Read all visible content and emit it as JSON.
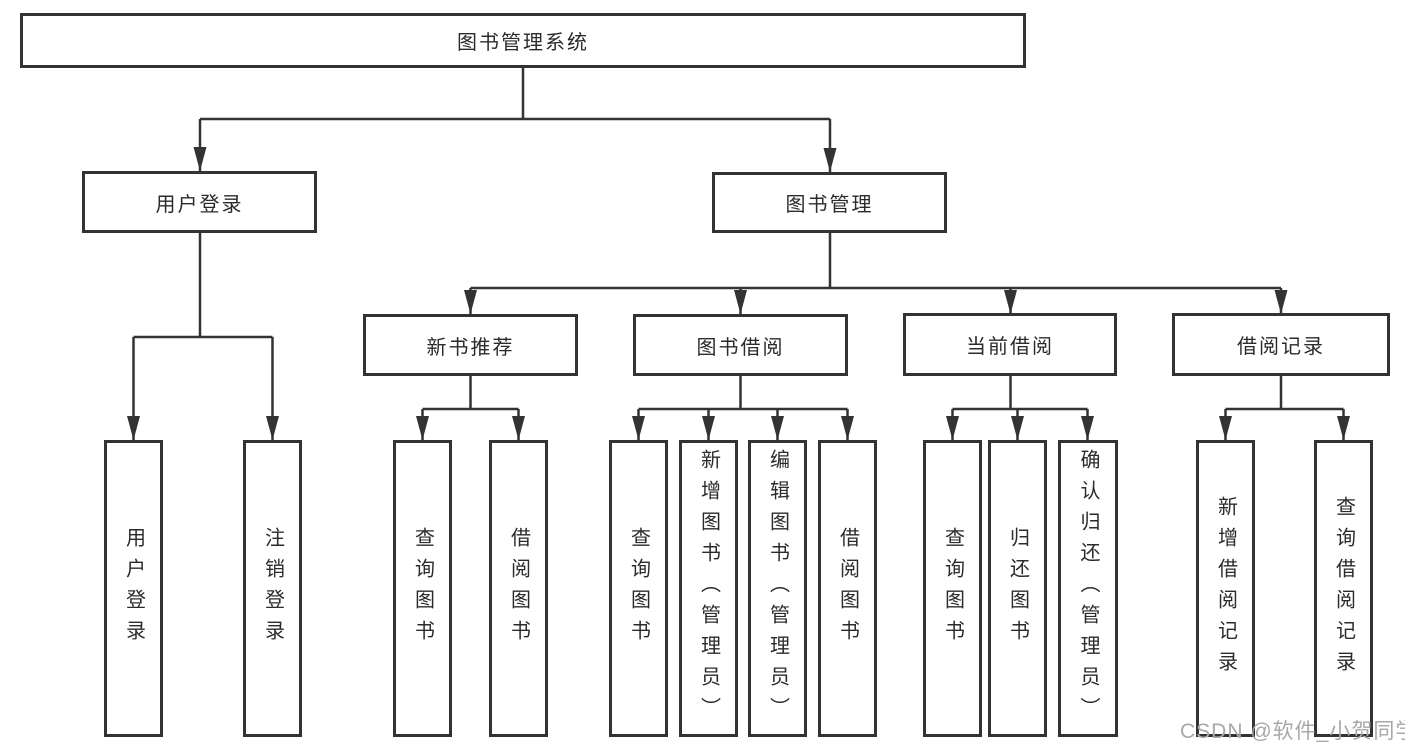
{
  "diagram_title": "图书管理系统",
  "tree": {
    "label": "图书管理系统",
    "children": [
      {
        "label": "用户登录",
        "children": [
          {
            "label": "用户登录"
          },
          {
            "label": "注销登录"
          }
        ]
      },
      {
        "label": "图书管理",
        "children": [
          {
            "label": "新书推荐",
            "children": [
              {
                "label": "查询图书"
              },
              {
                "label": "借阅图书"
              }
            ]
          },
          {
            "label": "图书借阅",
            "children": [
              {
                "label": "查询图书"
              },
              {
                "label": "新增图书（管理员）"
              },
              {
                "label": "编辑图书（管理员）"
              },
              {
                "label": "借阅图书"
              }
            ]
          },
          {
            "label": "当前借阅",
            "children": [
              {
                "label": "查询图书"
              },
              {
                "label": "归还图书"
              },
              {
                "label": "确认归还（管理员）"
              }
            ]
          },
          {
            "label": "借阅记录",
            "children": [
              {
                "label": "新增借阅记录"
              },
              {
                "label": "查询借阅记录"
              }
            ]
          }
        ]
      }
    ]
  },
  "watermark": "CSDN @软件_小贺同学",
  "colors": {
    "line": "#333333",
    "box_border": "#333333",
    "text": "#2b2b2b",
    "background": "#ffffff",
    "watermark": "#a8a8a8"
  }
}
